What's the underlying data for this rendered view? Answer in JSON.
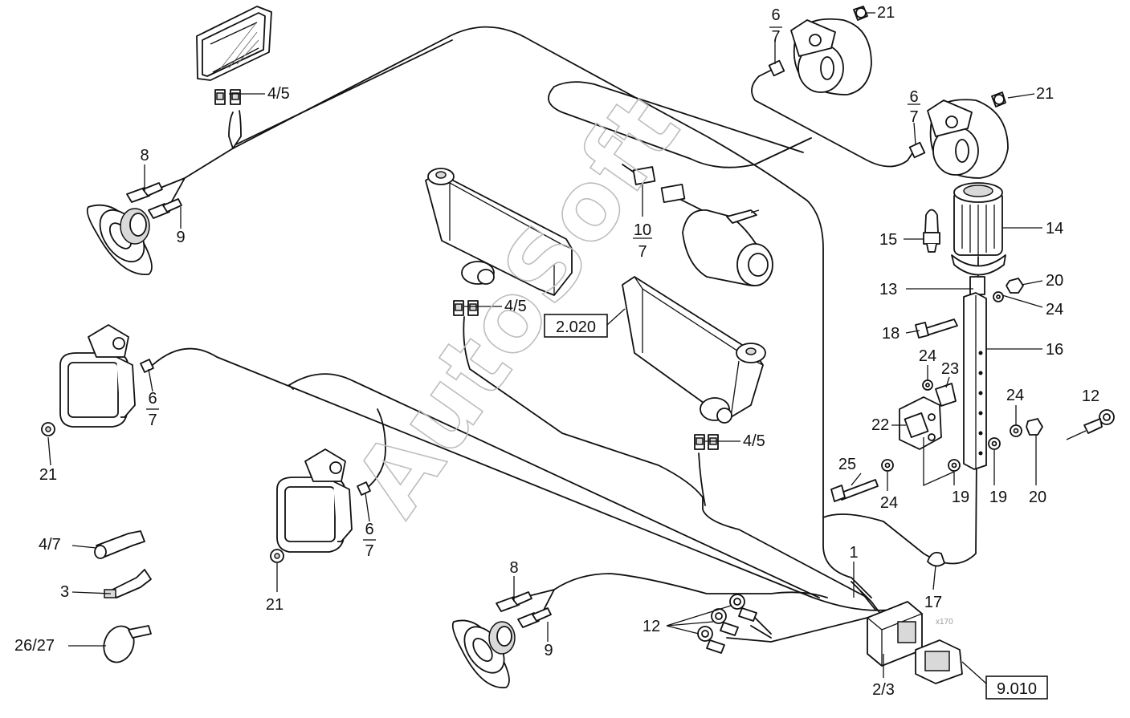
{
  "watermark": "AutoSoft",
  "small_tag": "x170",
  "refs": {
    "r1": "2.020",
    "r2": "9.010"
  },
  "labels": {
    "l1": "4/5",
    "l2": "8",
    "l3": "9",
    "l4": "6",
    "l5": "7",
    "l6": "21",
    "l7": "6",
    "l8": "7",
    "l9": "21",
    "l10": "6",
    "l11": "7",
    "l12": "21",
    "l13": "10",
    "l14": "7",
    "l15": "4/5",
    "l16": "4/5",
    "l17": "15",
    "l18": "14",
    "l19": "13",
    "l20": "20",
    "l21": "24",
    "l22": "18",
    "l23": "16",
    "l24": "24",
    "l25": "23",
    "l26": "24",
    "l27": "12",
    "l28": "22",
    "l29": "25",
    "l30": "24",
    "l31": "19",
    "l32": "19",
    "l33": "20",
    "l34": "6",
    "l35": "7",
    "l36": "21",
    "l37": "4/7",
    "l38": "3",
    "l39": "26/27",
    "l40": "8",
    "l41": "9",
    "l42": "12",
    "l43": "1",
    "l44": "17",
    "l45": "2/3"
  }
}
